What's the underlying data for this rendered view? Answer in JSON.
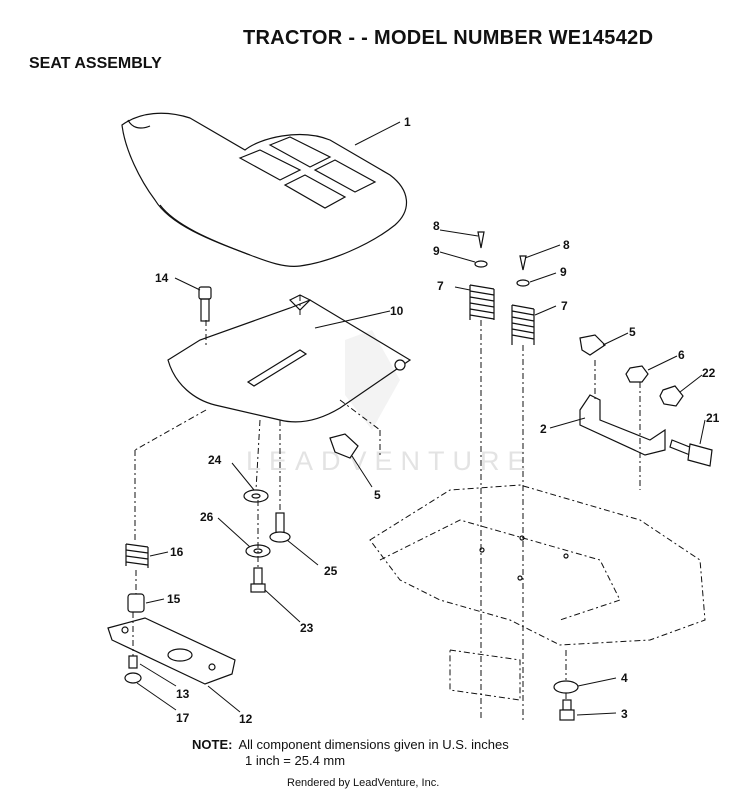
{
  "header": {
    "title": "TRACTOR - - MODEL NUMBER WE14542D",
    "section": "SEAT ASSEMBLY"
  },
  "watermark": {
    "text": "LEADVENTURE"
  },
  "callouts": {
    "c1": "1",
    "c2": "2",
    "c3": "3",
    "c4": "4",
    "c5a": "5",
    "c5b": "5",
    "c6": "6",
    "c7a": "7",
    "c7b": "7",
    "c8a": "8",
    "c8b": "8",
    "c9a": "9",
    "c9b": "9",
    "c10": "10",
    "c12": "12",
    "c13": "13",
    "c14": "14",
    "c15": "15",
    "c16": "16",
    "c17": "17",
    "c21": "21",
    "c22": "22",
    "c23": "23",
    "c24": "24",
    "c25": "25",
    "c26": "26"
  },
  "note": {
    "label": "NOTE:",
    "line1": "All component dimensions given in U.S. inches",
    "line2": "1 inch = 25.4 mm"
  },
  "footer": {
    "text": "Rendered by LeadVenture, Inc."
  }
}
